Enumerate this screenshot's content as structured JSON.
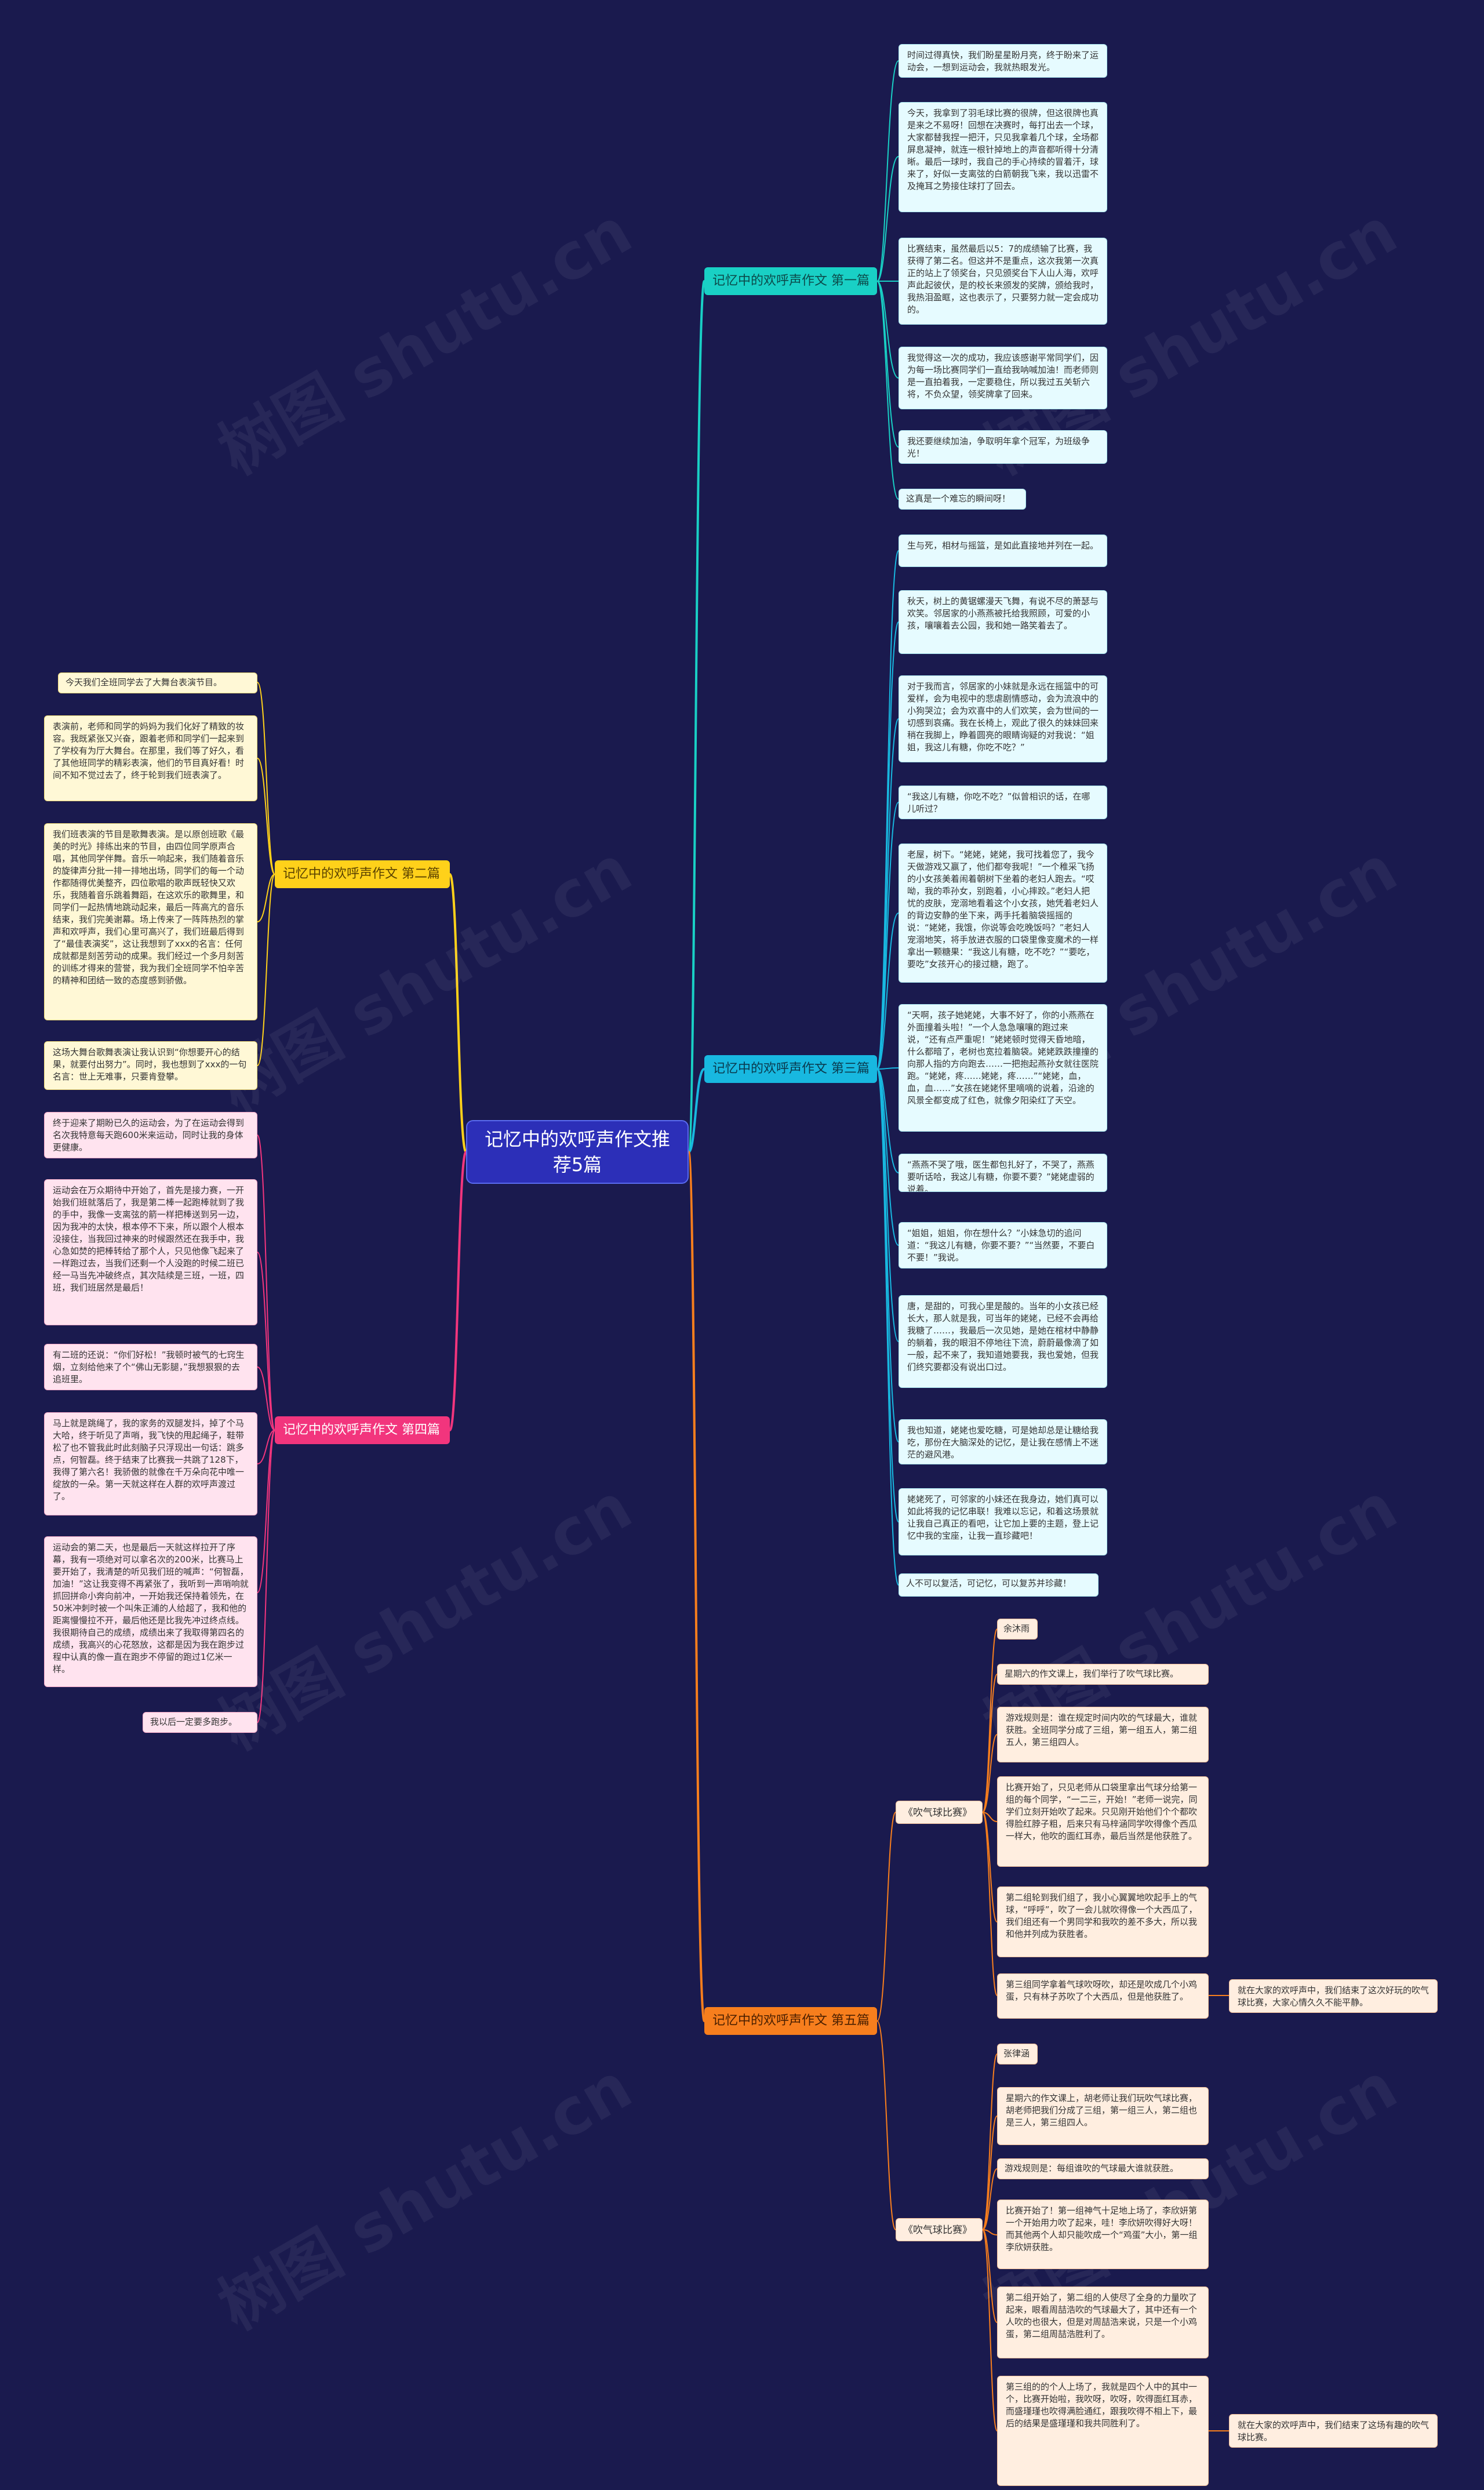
{
  "root": {
    "title": "记忆中的欢呼声作文推荐5篇"
  },
  "watermark": "树图 shutu.cn",
  "colors": {
    "background": "#1a1a4e",
    "teal": "#19d0c5",
    "cyan": "#18b8e0",
    "yellow": "#ffd11a",
    "pink": "#f2357d",
    "orange": "#f77e1d"
  },
  "branches": {
    "b1": {
      "label": "记忆中的欢呼声作文 第一篇",
      "leaves": [
        "时间过得真快，我们盼星星盼月亮，终于盼来了运动会，一想到运动会，我就热眼发光。",
        "今天，我拿到了羽毛球比赛的很牌，但这很牌也真是来之不易呀！回想在决赛时，每打出去一个球，大家都替我捏一把汗，只见我拿着几个球，全场都屏息凝神，就连一根针掉地上的声音都听得十分清晰。最后一球时，我自己的手心持续的冒着汗，球来了，好似一支离弦的白箭朝我飞来，我以迅雷不及掩耳之势接住球打了回去。",
        "比赛结束，虽然最后以5：7的成绩输了比赛，我获得了第二名。但这并不是重点，这次我第一次真正的站上了领奖台，只见颁奖台下人山人海，欢呼声此起彼伏，是的校长来颁发的奖牌，颁给我时，我热泪盈眶，这也表示了，只要努力就一定会成功的。",
        "我觉得这一次的成功，我应该感谢平常同学们，因为每一场比赛同学们一直给我呐喊加油！而老师则是一直拍着我，一定要稳住，所以我过五关斩六将，不负众望，领奖牌拿了回来。",
        "我还要继续加油，争取明年拿个冠军，为班级争光！",
        "这真是一个难忘的瞬间呀！"
      ]
    },
    "b2": {
      "label": "记忆中的欢呼声作文 第二篇",
      "leaves": [
        "今天我们全班同学去了大舞台表演节目。",
        "表演前，老师和同学的妈妈为我们化好了精致的妆容。我既紧张又兴奋，跟着老师和同学们一起来到了学校有为厅大舞台。在那里，我们等了好久，看了其他班同学的精彩表演，他们的节目真好看！时间不知不觉过去了，终于轮到我们班表演了。",
        "我们班表演的节目是歌舞表演。是以原创班歌《最美的时光》排练出来的节目，由四位同学原声合唱，其他同学伴舞。音乐一响起来，我们随着音乐的旋律声分批一排一排地出场，同学们的每一个动作都随得优美整齐，四位歌唱的歌声既轻快又欢乐，我随着音乐跳着舞蹈，在这欢乐的歌舞里，和同学们一起热情地跳动起来，最后一阵高亢的音乐结束，我们完美谢幕。场上传来了一阵阵热烈的掌声和欢呼声，我们心里可高兴了，我们班最后得到了“最佳表演奖”，这让我想到了xxx的名言：任何成就都是刻苦劳动的成果。我们经过一个多月刻苦的训练才得来的营誉，我为我们全班同学不怕辛苦的精神和团结一致的态度感到骄傲。",
        "这场大舞台歌舞表演让我认识到“你想要开心的结果，就要付出努力”。同时，我也想到了xxx的一句名言：世上无难事，只要肯登攀。"
      ]
    },
    "b3": {
      "label": "记忆中的欢呼声作文 第三篇",
      "leaves": [
        "生与死，相材与摇篮，是如此直接地并列在一起。",
        "秋天，树上的黄锯螺漫天飞舞，有说不尽的萧瑟与欢笑。邻居家的小燕燕被托给我照顾，可爱的小孩，嚷嚷着去公园，我和她一路笑着去了。",
        "对于我而言，邻居家的小妹就是永远在摇篮中的可爱样，会为电视中的悲虐剧情感动，会为流浪中的小狗哭泣；会为欢喜中的人们欢笑，会为世间的一切感到哀痛。我在长椅上，观此了很久的妹妹回来稍在我脚上，睁着圆亮的眼睛询疑的对我说：“姐姐，我这儿有糖，你吃不吃？”",
        "“我这儿有糖，你吃不吃？”似曾相识的话，在哪儿听过？",
        "老屋，树下。“姥姥，姥姥，我可找着您了，我今天做游戏又赢了，他们都夸我呢！”一个稚采飞扬的小女孩美着闹着朝树下坐着的老妇人跑去。“哎呦，我的乖孙女，别跑着，小心摔跤。”老妇人把忧的皮肤，宠溺地看着这个小女孩，她凭着老妇人的背边安静的坐下来，两手托着脑袋摇摇的说：“姥姥，我饿，你说等会吃晚饭吗？”老妇人宠溺地笑，将手放进衣服的口袋里像变魔术的一样拿出一颗糖果：“我这儿有糖，吃不吃？”“要吃，要吃”女孩开心的接过糖，跑了。",
        "“天啊，孩子她姥姥，大事不好了，你的小燕燕在外面撞着头啦！”一个人急急嚷嚷的跑过来说，“还有点严重呢！”姥姥顿时觉得天昏地暗，什么都暗了，老树也宽拉着脑袋。姥姥跌跌撞撞的向那人指的方向跑去……一把抱起燕孙女就往医院跑。“姥姥，疼……姥姥，疼……”“姥姥，血，血，血……”女孩在姥姥怀里嘀嘀的说着，沿途的风景全都变成了红色，就像夕阳染红了天空。",
        "“燕燕不哭了哦，医生都包扎好了，不哭了，燕燕要听话哈，我这儿有糖，你要不要？”姥姥虚弱的说着。",
        "“姐姐，姐姐，你在想什么？”小妹急切的追问道：“我这儿有糖，你要不要？”“当然要，不要白不要！”我说。",
        "唐，是甜的，可我心里是酸的。当年的小女孩已经长大，那人就是我，可当年的姥姥，已经不会再给我糖了……，我最后一次见她，是她在棺材中静静的躺着，我的眼泪不停地往下流，蔚蔚最像滴了如一般，起不来了，我知道她要我，我也爱她，但我们终究要都没有说出口过。",
        "我也知道，姥姥也爱吃糖，可是她却总是让糖给我吃，那份在大脑深处的记忆，是让我在感情上不迷茫的避风港。",
        "姥姥死了，可邻家的小妹还在我身边，她们真可以如此将我的记忆串联！我难以忘记，和着这场景就让我自己真正的看吧，让它加上要的主题，登上记忆中我的宝座，让我一直珍藏吧！",
        "人不可以复活，可记忆，可以复苏并珍藏！"
      ]
    },
    "b4": {
      "label": "记忆中的欢呼声作文 第四篇",
      "leaves": [
        "终于迎来了期盼已久的运动会，为了在运动会得到名次我特意每天跑600米来运动，同时让我的身体更健康。",
        "运动会在万众期待中开始了，首先是接力赛，一开始我们班就落后了，我是第二棒一起跑棒就到了我的手中，我像一支离弦的箭一样把棒送到另一边，因为我冲的太快，根本停不下来，所以跟个人根本没接住，当我回过神来的时候跟然还在我手中，我心急如焚的把棒转给了那个人，只见他像飞起来了一样跑过去，当我们还剩一个人没跑的时候二班已经一马当先冲破终点，其次陆续是三班，一班，四班，我们班居然是最后！",
        "有二班的还说：“你们好松！”我顿时被气的七窍生烟，立刻给他来了个“佛山无影腿，”我想狠狠的去追班里。",
        "马上就是跳绳了，我的家务的双腿发抖，掉了个马大哈，终于听见了声哨，我飞快的甩起绳子，鞋带松了也不管我此时此刻脑子只浮现出一句话：跳多点，何智磊。终于结束了比赛我一共跳了128下，我得了第六名！我骄傲的就像在千万朵向花中唯一绽放的一朵。第一天就这样在人群的欢呼声渡过了。",
        "运动会的第二天，也是最后一天就这样拉开了序幕，我有一项绝对可以拿名次的200米，比赛马上要开始了，我清楚的听见我们班的喊声：“何智磊，加油！”这让我变得不再紧张了，我听到一声哨响就抓回拼命小奔向前冲，一开始我还保持着领先，在50米冲刺时被一个叫朱正浦的人给超了，我和他的距离慢慢拉不开，最后他还是比我先冲过终点线。我很期待自己的成绩，成绩出来了我取得第四名的成绩，我高兴的心花怒放，这都是因为我在跑步过程中认真的像一直在跑步不停留的跑过1亿米一样。",
        "我以后一定要多跑步。"
      ]
    },
    "b5": {
      "label": "记忆中的欢呼声作文 第五篇",
      "sub_label": "《吹气球比赛》",
      "group1": [
        "余沐雨",
        "星期六的作文课上，我们举行了吹气球比赛。",
        "游戏规则是：谁在规定时间内吹的气球最大，谁就获胜。全班同学分成了三组，第一组五人，第二组五人，第三组四人。",
        "比赛开始了，只见老师从口袋里拿出气球分给第一组的每个同学，“一二三，开始！”老师一说完，同学们立刻开始吹了起来。只见刚开始他们个个都吹得脸红脖子粗，后来只有马梓涵同学吹得像个西瓜一样大，他吹的面红耳赤，最后当然是他获胜了。",
        "第二组轮到我们组了，我小心翼翼地吹起手上的气球，“呼呼”，吹了一会儿就吹得像一个大西瓜了，我们组还有一个男同学和我吹的差不多大，所以我和他并列成为获胜者。",
        "第三组同学拿着气球吹呀吹，却还是吹成几个小鸡蛋，只有林子苏吹了个大西瓜，但是他获胜了。"
      ],
      "group1_tail": "就在大家的欢呼声中，我们结束了这次好玩的吹气球比赛，大家心情久久不能平静。",
      "group2": [
        "张律涵",
        "星期六的作文课上，胡老师让我们玩吹气球比赛，胡老师把我们分成了三组，第一组三人，第二组也是三人，第三组四人。",
        "游戏规则是：每组谁吹的气球最大谁就获胜。",
        "比赛开始了！第一组神气十足地上场了，李欣妍第一个开始用力吹了起来，哇！李欣妍吹得好大呀！而其他两个人却只能吹成一个“鸡蛋”大小，第一组李欣妍获胜。",
        "第二组开始了，第二组的人使尽了全身的力量吹了起来，眼看周喆浩吹的气球最大了，其中还有一个人吹的也很大，但是对周喆浩来说，只是一个小鸡蛋，第二组周喆浩胜利了。",
        "第三组的的个人上场了，我就是四个人中的其中一个，比赛开始啦，我吹呀，吹呀，吹得面红耳赤，而盛瑾瑾也吹得满脸通红，跟我吹得不相上下，最后的结果是盛瑾瑾和我共同胜利了。"
      ],
      "group2_tail": "就在大家的欢呼声中，我们结束了这场有趣的吹气球比赛。"
    }
  }
}
